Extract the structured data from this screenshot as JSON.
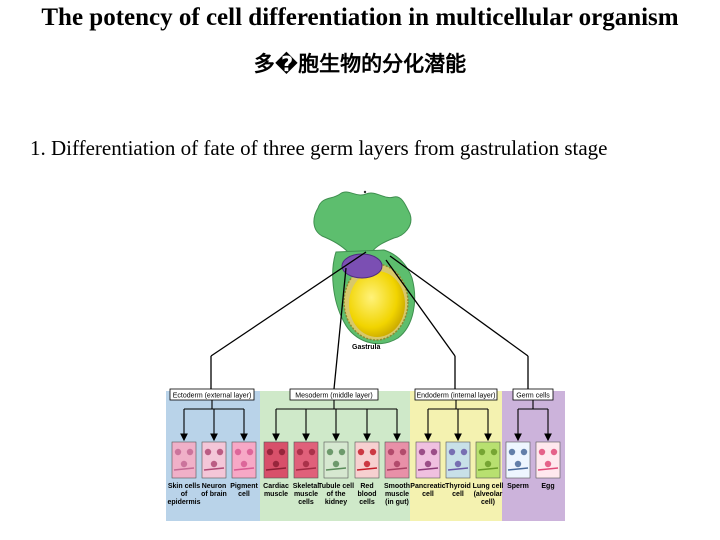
{
  "slide": {
    "title": "The potency of cell differentiation in multicellular organism",
    "subtitle": "多�胞生物的分化潜能",
    "point": "1. Differentiation of fate of three germ layers from gastrulation stage"
  },
  "figure": {
    "gastrula_label": "Gastrula",
    "groups": [
      {
        "label": "Ectoderm (external layer)",
        "color": "#b9d3e9"
      },
      {
        "label": "Mesoderm (middle layer)",
        "color": "#cfe9c9"
      },
      {
        "label": "Endoderm (internal layer)",
        "color": "#f4f2b0"
      },
      {
        "label": "Germ cells",
        "color": "#ccb3db"
      }
    ],
    "cells": [
      {
        "lines": [
          "Skin cells",
          "of",
          "epidermis"
        ]
      },
      {
        "lines": [
          "Neuron",
          "of brain"
        ]
      },
      {
        "lines": [
          "Pigment",
          "cell"
        ]
      },
      {
        "lines": [
          "Cardiac",
          "muscle"
        ]
      },
      {
        "lines": [
          "Skeletal",
          "muscle",
          "cells"
        ]
      },
      {
        "lines": [
          "Tubule cell",
          "of the",
          "kidney"
        ]
      },
      {
        "lines": [
          "Red",
          "blood",
          "cells"
        ]
      },
      {
        "lines": [
          "Smooth",
          "muscle",
          "(in gut)"
        ]
      },
      {
        "lines": [
          "Pancreatic",
          "cell"
        ]
      },
      {
        "lines": [
          "Thyroid",
          "cell"
        ]
      },
      {
        "lines": [
          "Lung cell",
          "(alveolar",
          "cell)"
        ]
      },
      {
        "lines": [
          "Sperm"
        ]
      },
      {
        "lines": [
          "Egg"
        ]
      }
    ]
  }
}
